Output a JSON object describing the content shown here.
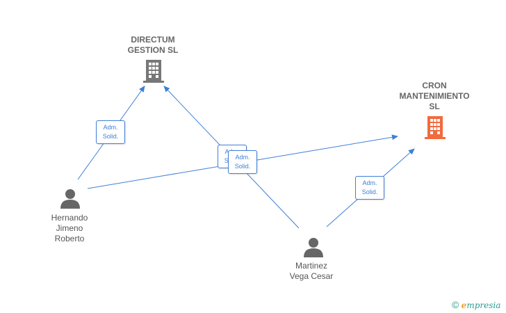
{
  "companies": [
    {
      "name": "DIRECTUM\nGESTION  SL",
      "color": "#777777"
    },
    {
      "name": "CRON\nMANTENIMIENTO\nSL",
      "color": "#f26a3d"
    }
  ],
  "persons": [
    {
      "name": "Hernando\nJimeno\nRoberto"
    },
    {
      "name": "Martinez\nVega Cesar"
    }
  ],
  "relations": [
    {
      "line1": "Adm.",
      "line2": "Solid."
    },
    {
      "line1": "Adm.",
      "line2": "Solid."
    },
    {
      "line1": "Adm.",
      "line2": "Solid."
    },
    {
      "line1": "Adm.",
      "line2": "Solid."
    }
  ],
  "footer": {
    "copyright": "©",
    "brand_initial": "e",
    "brand_rest": "mpresia"
  },
  "colors": {
    "edge": "#3d7fd6",
    "person": "#666666"
  }
}
